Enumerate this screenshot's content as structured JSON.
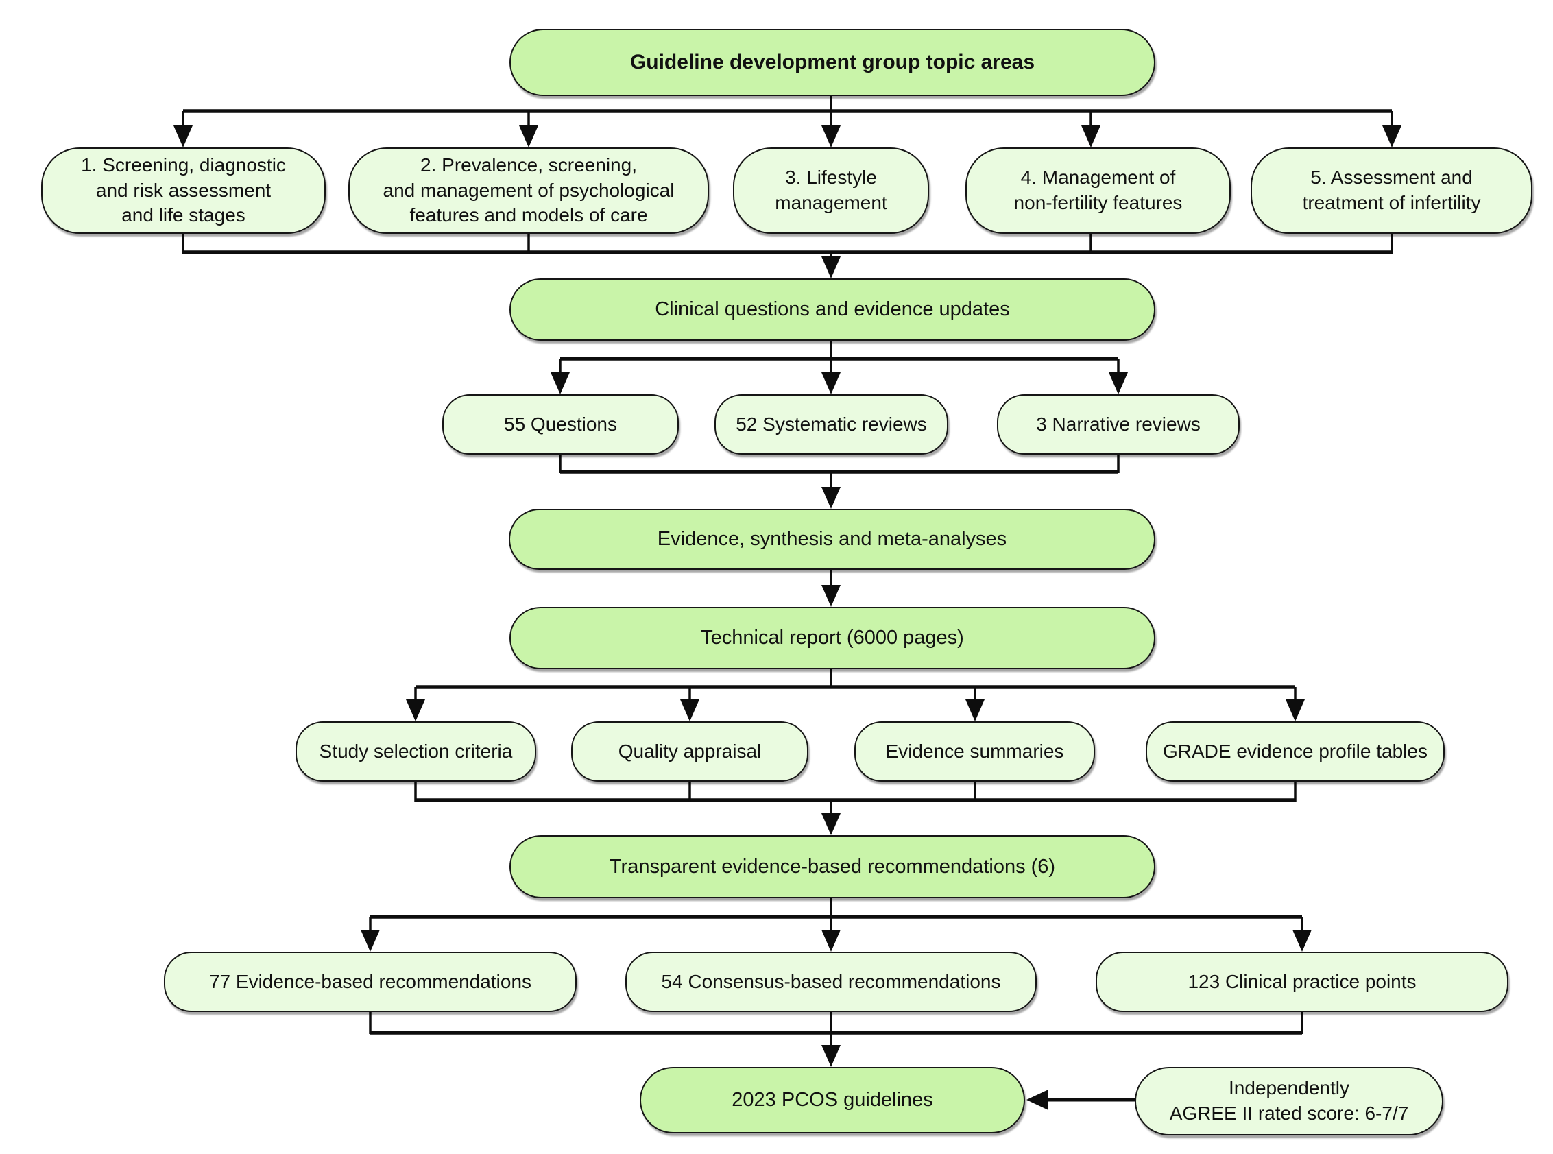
{
  "colors": {
    "primary_fill": "#c9f4a9",
    "secondary_fill": "#eafbe0",
    "border": "#161616",
    "connector": "#0d0d0d",
    "background": "#ffffff"
  },
  "flowchart": {
    "title": "Guideline development group topic areas",
    "topic_areas": [
      "1. Screening, diagnostic\nand risk assessment\nand life stages",
      "2. Prevalence, screening,\nand management of psychological\nfeatures and models of care",
      "3. Lifestyle\nmanagement",
      "4. Management of\nnon-fertility features",
      "5. Assessment and\ntreatment of infertility"
    ],
    "clinical_questions": "Clinical questions and evidence updates",
    "question_outputs": [
      "55 Questions",
      "52 Systematic reviews",
      "3 Narrative reviews"
    ],
    "evidence_synthesis": "Evidence, synthesis and  meta-analyses",
    "technical_report": "Technical report (6000 pages)",
    "report_components": [
      "Study selection criteria",
      "Quality appraisal",
      "Evidence summaries",
      "GRADE evidence profile tables"
    ],
    "recommendations": "Transparent evidence-based recommendations (6)",
    "recommendation_outputs": [
      "77 Evidence-based recommendations",
      "54 Consensus-based recommendations",
      "123 Clinical practice points"
    ],
    "final_guideline": "2023 PCOS guidelines",
    "agree_rating": "Independently\nAGREE II rated score: 6-7/7"
  }
}
